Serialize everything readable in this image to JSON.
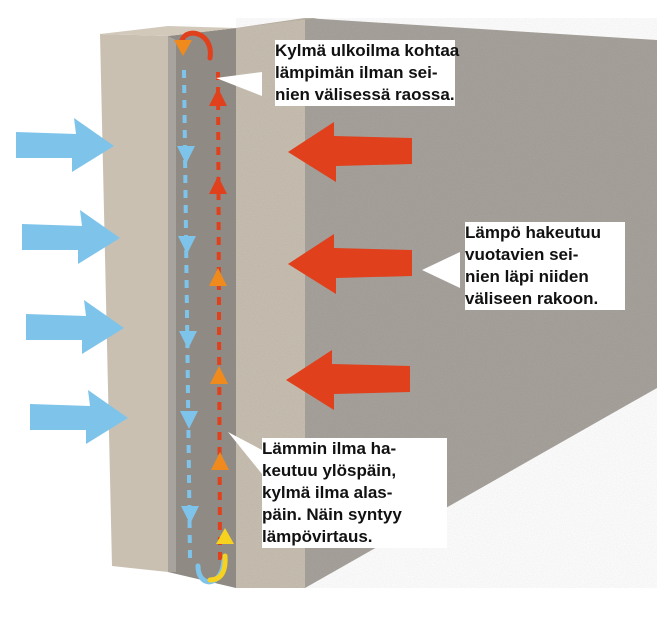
{
  "callouts": {
    "top": [
      "Kylmä ulkoilma kohtaa",
      "lämpimän ilman sei-",
      "nien välisessä raossa."
    ],
    "right": [
      "Lämpö hakeutuu",
      "vuotavien sei-",
      "nien läpi niiden",
      "väliseen rakoon."
    ],
    "bottom": [
      "Lämmin ilma ha-",
      "keutuu ylöspäin,",
      "kylmä ilma alas-",
      "päin. Näin syntyy",
      "lämpövirtaus."
    ]
  },
  "colors": {
    "cold_air": "#7ec4ea",
    "heat_red": "#e0401c",
    "warm_orange": "#f08a1c",
    "yellow": "#f7d21e",
    "wall_face": "#c9c0b2",
    "wall_side": "#a8a39d",
    "cavity": "#8f8a84"
  },
  "icons": {
    "cold_arrow": "arrow-right-icon",
    "heat_arrow": "arrow-left-icon",
    "down_flow": "arrow-down-icon",
    "up_flow": "arrow-up-icon",
    "loop": "circular-arrow-icon"
  }
}
